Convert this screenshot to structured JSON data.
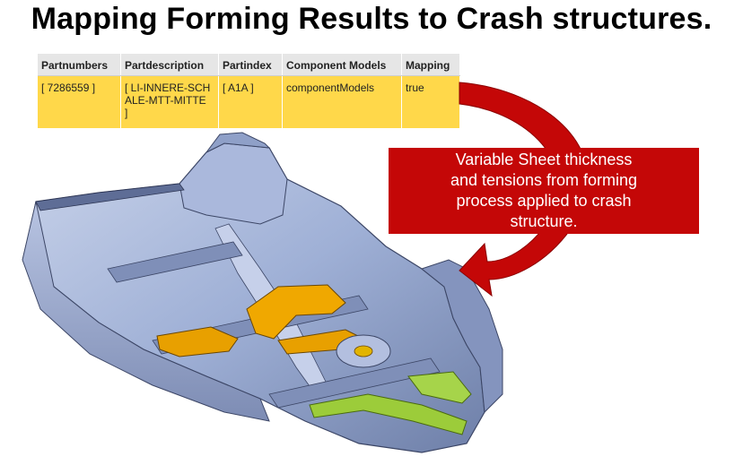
{
  "slide": {
    "title": "Mapping Forming Results to Crash structures."
  },
  "table": {
    "headers": [
      "Partnumbers",
      "Partdescription",
      "Partindex",
      "Component Models",
      "Mapping"
    ],
    "row": {
      "partnumber": "[ 7286559 ]",
      "partdescription": "[ LI-INNERE-SCHALE-MTT-MITTE ]",
      "partindex": "[ A1A ]",
      "component_models": "componentModels",
      "mapping": "true"
    }
  },
  "callout": {
    "text": "Variable Sheet thickness and tensions from forming process applied to crash structure."
  },
  "colors": {
    "header_bg": "#e6e6e6",
    "row_bg": "#ffd84a",
    "callout_bg": "#c40707",
    "arrow": "#c40707",
    "chassis_metal": "#9fb0d6",
    "highlight_orange": "#e8a000",
    "highlight_green": "#9ccc3a"
  }
}
